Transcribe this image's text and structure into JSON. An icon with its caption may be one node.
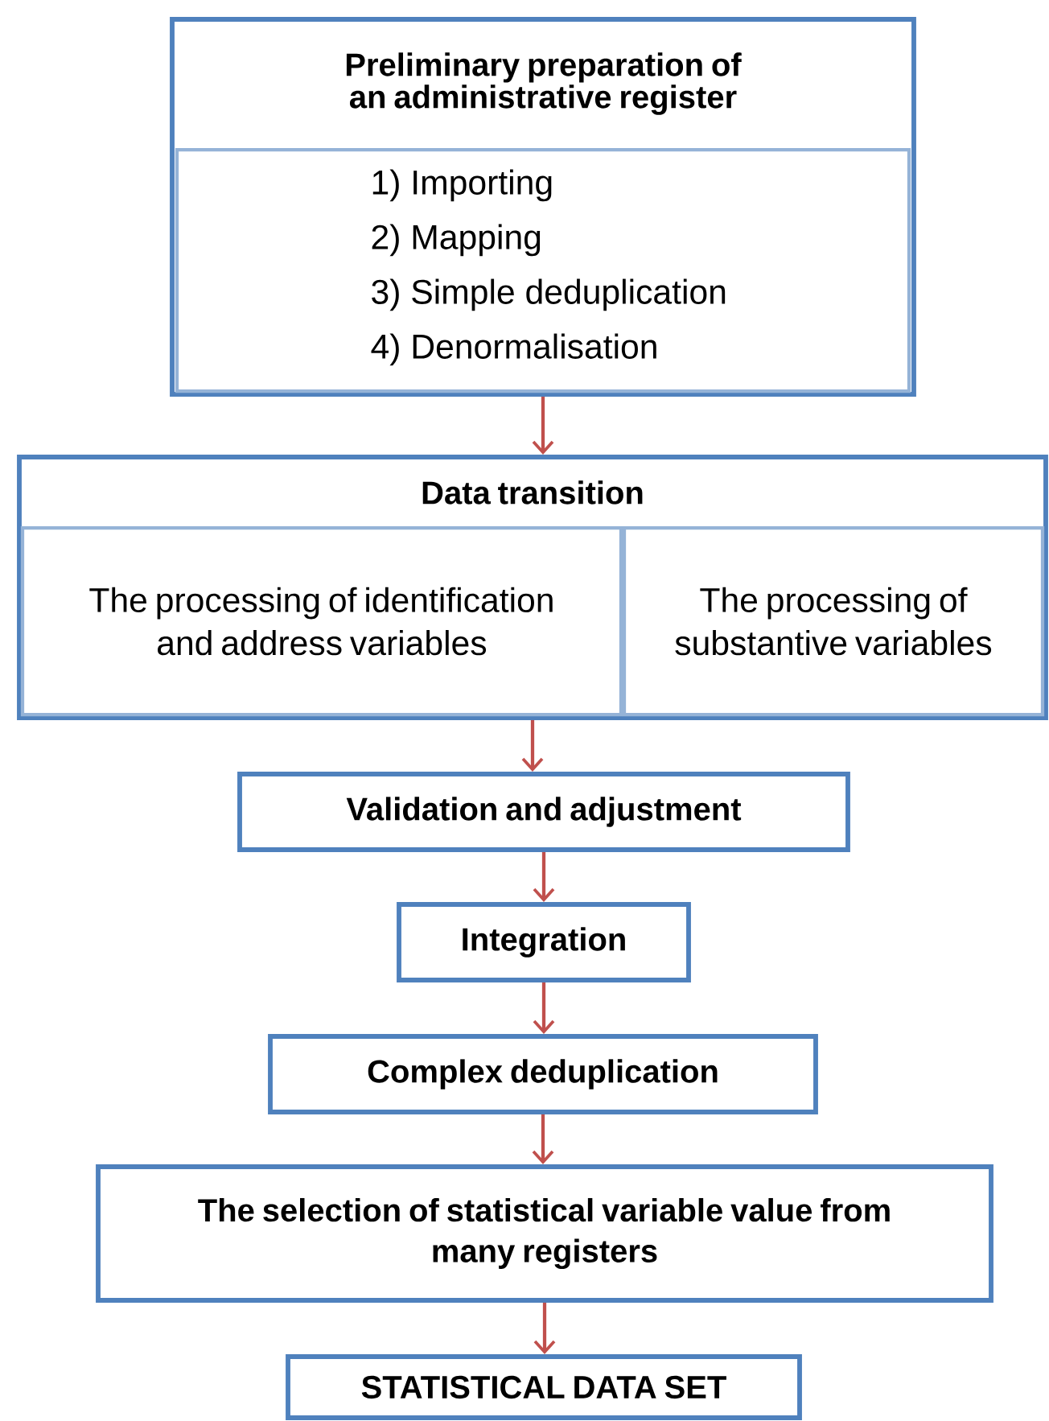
{
  "diagram": {
    "nodes": [
      {
        "text": [
          "Preliminary preparation of an administrative register"
        ]
      },
      {
        "text": [
          "1) Importing",
          "2) Mapping",
          "3) Simple deduplication",
          "4) Denormalisation"
        ],
        "in": 0
      },
      {
        "text": [
          "Data transition"
        ]
      },
      {
        "text": [
          "The processing of identification and address variables"
        ],
        "in": 2
      },
      {
        "text": [
          "The processing of substantive variables"
        ],
        "in": 2
      },
      {
        "text": [
          "Validation and adjustment"
        ]
      },
      {
        "text": [
          "Integration"
        ]
      },
      {
        "text": [
          "Complex deduplication"
        ]
      },
      {
        "text": [
          "The selection of statistical variable value from many registers"
        ]
      },
      {
        "text": [
          "STATISTICAL DATA SET"
        ]
      }
    ],
    "edges": [
      {
        "from": 0,
        "to": 2,
        "arrow": "to"
      },
      {
        "from": 2,
        "to": 5,
        "arrow": "to"
      },
      {
        "from": 5,
        "to": 6,
        "arrow": "to"
      },
      {
        "from": 6,
        "to": 7,
        "arrow": "to"
      },
      {
        "from": 7,
        "to": 8,
        "arrow": "to"
      },
      {
        "from": 8,
        "to": 9,
        "arrow": "to"
      }
    ]
  }
}
